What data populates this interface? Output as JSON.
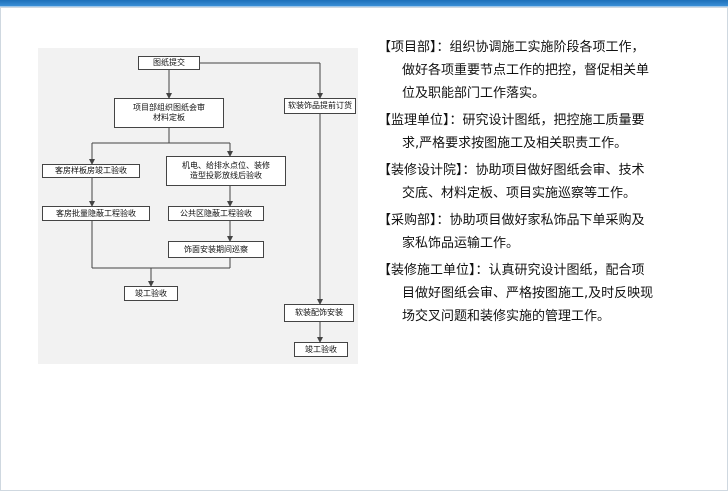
{
  "flowchart": {
    "nodes": {
      "drawings_submit": "图纸提交",
      "review_finalize": "项目部组织图纸会审\n材料定板",
      "soft_furnishing_order": "软装饰品提前订货",
      "guestroom_sample": "客房样板房竣工验收",
      "mep_layout": "机电、给排水点位、装修\n造型投影放线后验收",
      "guestroom_hidden": "客房批量隐蔽工程验收",
      "public_hidden": "公共区隐蔽工程验收",
      "finish_patrol": "饰面安装期间巡察",
      "completion_left": "竣工验收",
      "soft_install": "软装配饰安装",
      "completion_right": "竣工验收"
    }
  },
  "roles": [
    {
      "lines": [
        "【项目部】：组织协调施工实施阶段各项工作，",
        "做好各项重要节点工作的把控，督促相关单",
        "位及职能部门工作落实。"
      ]
    },
    {
      "lines": [
        "【监理单位】：研究设计图纸，把控施工质量要",
        "求,严格要求按图施工及相关职责工作。"
      ]
    },
    {
      "lines": [
        "【装修设计院】：协助项目做好图纸会审、技术",
        "交底、材料定板、项目实施巡察等工作。"
      ]
    },
    {
      "lines": [
        "【采购部】：协助项目做好家私饰品下单采购及",
        "家私饰品运输工作。"
      ]
    },
    {
      "lines": [
        "【装修施工单位】：认真研究设计图纸，配合项",
        "目做好图纸会审、严格按图施工,及时反映现",
        "场交叉问题和装修实施的管理工作。"
      ]
    }
  ]
}
